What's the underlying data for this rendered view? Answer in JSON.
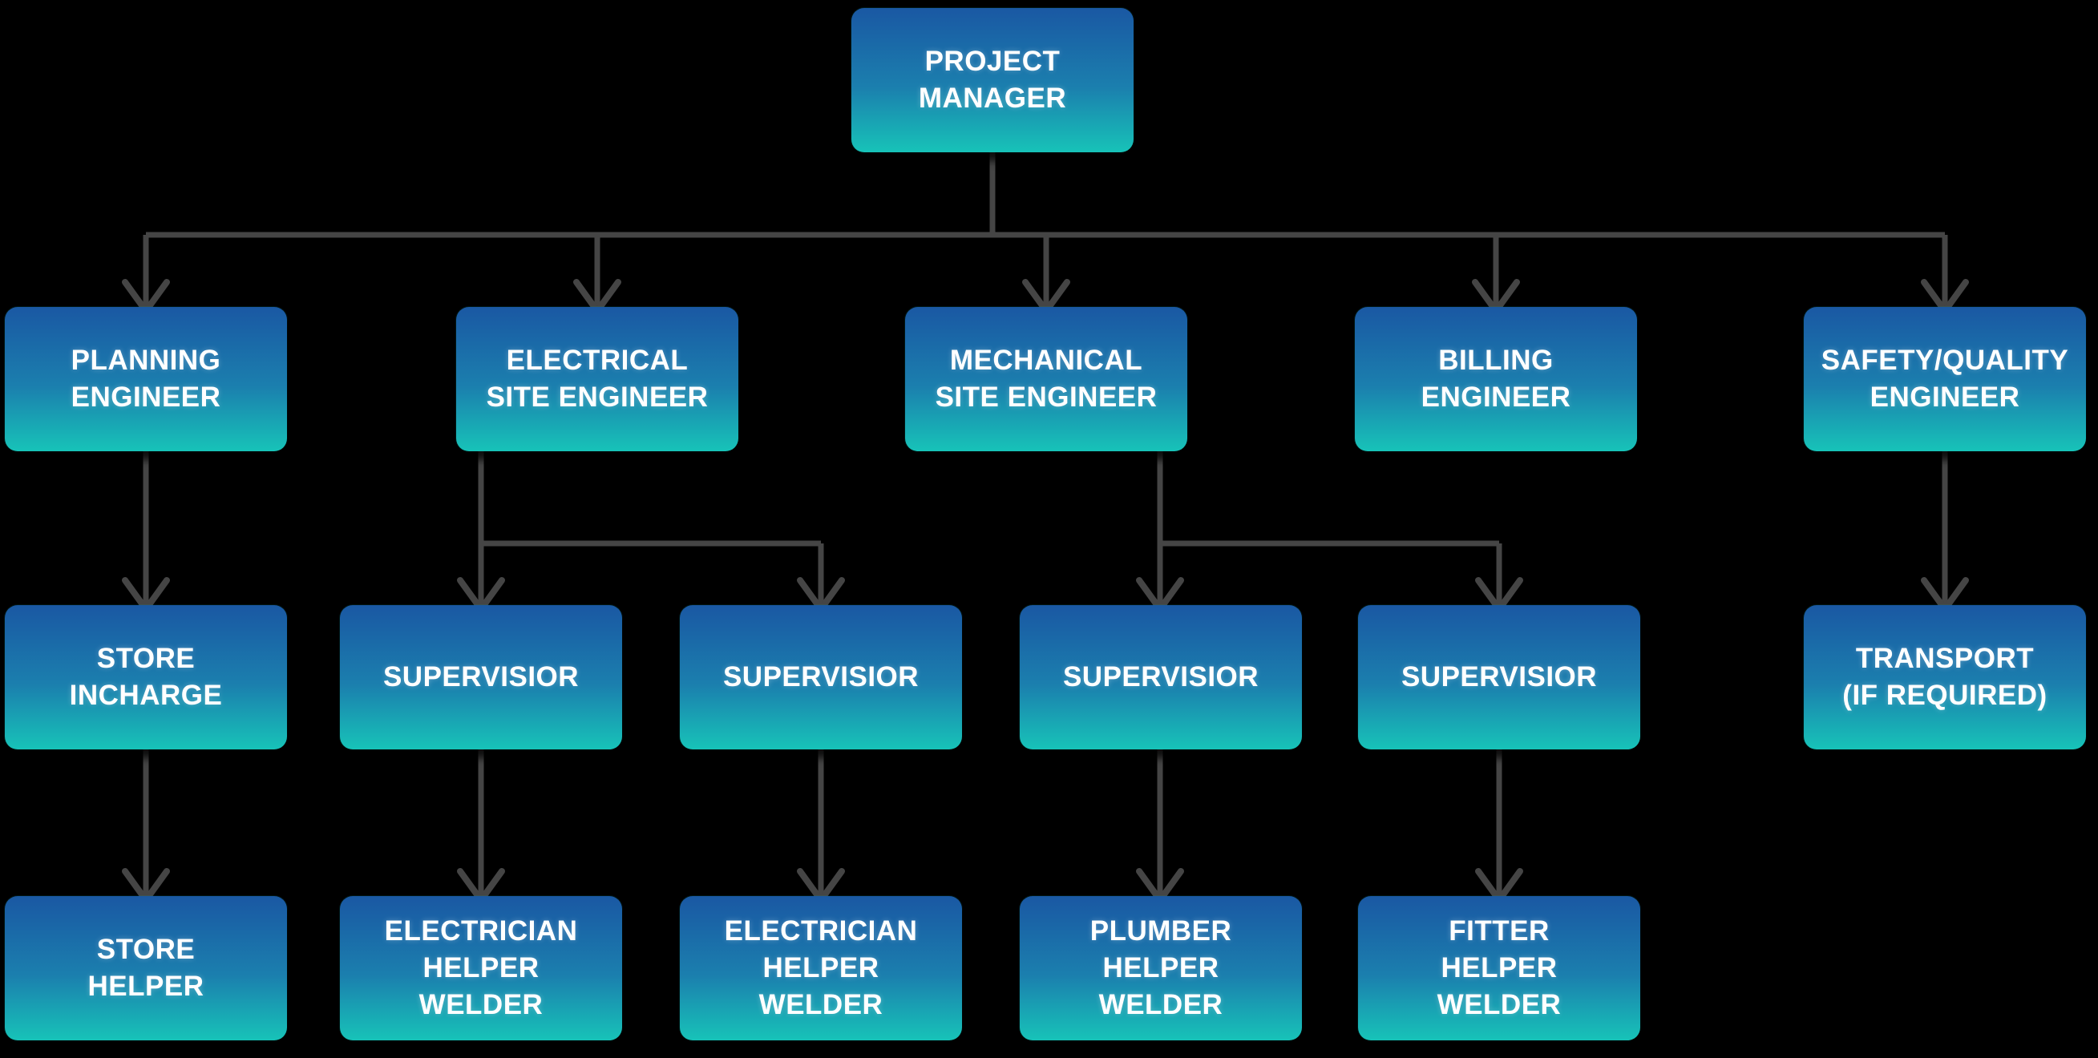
{
  "diagram": {
    "type": "org-chart",
    "background_color": "#000000",
    "node_fill_top": "#1a58a3",
    "node_fill_bottom": "#17c3b8",
    "node_text_color": "#ffffff",
    "connector_color": "#454545",
    "nodes": [
      {
        "id": "project-manager",
        "label": "PROJECT\nMANAGER"
      },
      {
        "id": "planning-engineer",
        "label": "PLANNING\nENGINEER"
      },
      {
        "id": "electrical-site-engineer",
        "label": "ELECTRICAL\nSITE ENGINEER"
      },
      {
        "id": "mechanical-site-engineer",
        "label": "MECHANICAL\nSITE ENGINEER"
      },
      {
        "id": "billing-engineer",
        "label": "BILLING\nENGINEER"
      },
      {
        "id": "safety-quality-engineer",
        "label": "SAFETY/QUALITY\nENGINEER"
      },
      {
        "id": "store-incharge",
        "label": "STORE\nINCHARGE"
      },
      {
        "id": "supervisior-1",
        "label": "SUPERVISIOR"
      },
      {
        "id": "supervisior-2",
        "label": "SUPERVISIOR"
      },
      {
        "id": "supervisior-3",
        "label": "SUPERVISIOR"
      },
      {
        "id": "supervisior-4",
        "label": "SUPERVISIOR"
      },
      {
        "id": "transport-if-required",
        "label": "TRANSPORT\n(IF REQUIRED)"
      },
      {
        "id": "store-helper",
        "label": "STORE\nHELPER"
      },
      {
        "id": "electrician-helper-welder-1",
        "label": "ELECTRICIAN\nHELPER\nWELDER"
      },
      {
        "id": "electrician-helper-welder-2",
        "label": "ELECTRICIAN\nHELPER\nWELDER"
      },
      {
        "id": "plumber-helper-welder",
        "label": "PLUMBER\nHELPER\nWELDER"
      },
      {
        "id": "fitter-helper-welder",
        "label": "FITTER\nHELPER\nWELDER"
      }
    ],
    "edges": [
      {
        "from": "project-manager",
        "to": "planning-engineer"
      },
      {
        "from": "project-manager",
        "to": "electrical-site-engineer"
      },
      {
        "from": "project-manager",
        "to": "mechanical-site-engineer"
      },
      {
        "from": "project-manager",
        "to": "billing-engineer"
      },
      {
        "from": "project-manager",
        "to": "safety-quality-engineer"
      },
      {
        "from": "planning-engineer",
        "to": "store-incharge"
      },
      {
        "from": "electrical-site-engineer",
        "to": "supervisior-1"
      },
      {
        "from": "electrical-site-engineer",
        "to": "supervisior-2"
      },
      {
        "from": "mechanical-site-engineer",
        "to": "supervisior-3"
      },
      {
        "from": "mechanical-site-engineer",
        "to": "supervisior-4"
      },
      {
        "from": "safety-quality-engineer",
        "to": "transport-if-required"
      },
      {
        "from": "store-incharge",
        "to": "store-helper"
      },
      {
        "from": "supervisior-1",
        "to": "electrician-helper-welder-1"
      },
      {
        "from": "supervisior-2",
        "to": "electrician-helper-welder-2"
      },
      {
        "from": "supervisior-3",
        "to": "plumber-helper-welder"
      },
      {
        "from": "supervisior-4",
        "to": "fitter-helper-welder"
      }
    ]
  }
}
